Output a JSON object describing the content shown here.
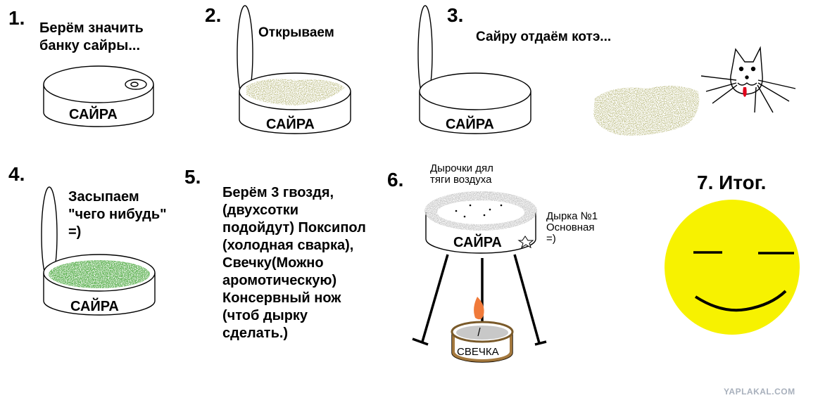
{
  "steps": [
    {
      "number": "1.",
      "caption_lines": [
        "Берём значить",
        "банку сайры..."
      ]
    },
    {
      "number": "2.",
      "caption_lines": [
        "Открываем"
      ]
    },
    {
      "number": "3.",
      "caption_lines": [
        "Сайру отдаём котэ..."
      ]
    },
    {
      "number": "4.",
      "caption_lines": [
        "Засыпаем",
        "\"чего нибудь\"",
        "=)"
      ]
    },
    {
      "number": "5.",
      "caption_lines": [
        "Берём 3 гвоздя,",
        "(двухсотки",
        "подойдут) Поксипол",
        "(холодная сварка),",
        "Свечку(Можно",
        "аромотическую)",
        "Консервный нож",
        "(чтоб дырку",
        "сделать.)"
      ]
    },
    {
      "number": "6.",
      "note_top_lines": [
        "Дырочки дял",
        "тяги воздуха"
      ],
      "note_side_lines": [
        "Дырка №1",
        "Основная",
        "=)"
      ]
    },
    {
      "number": "7.",
      "title": "Итог."
    }
  ],
  "can_label": "САЙРА",
  "candle_label": "СВЕЧКА",
  "watermark": "YAPLAKAL.COM",
  "colors": {
    "fish": "#8a8a44",
    "filling": "#2f7a1f",
    "smiley": "#f7f200",
    "flame": "#f07a3a",
    "burner_rim": "#a0a0a0",
    "cat_tongue": "#e0001a"
  }
}
